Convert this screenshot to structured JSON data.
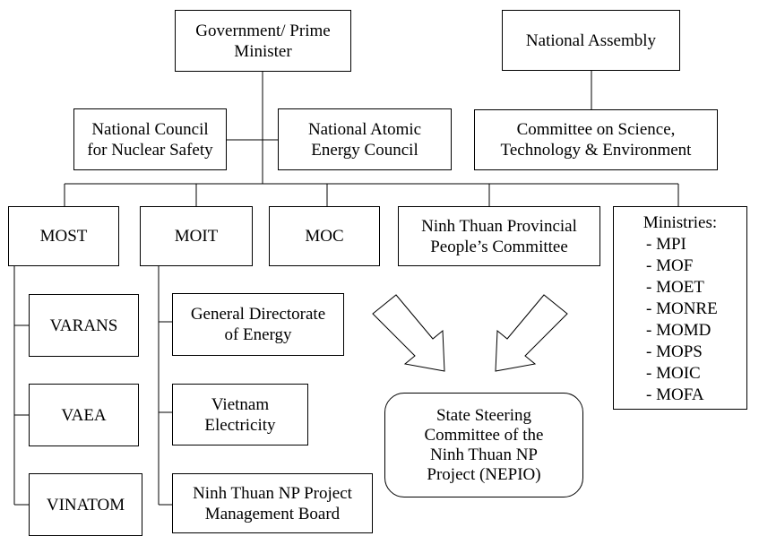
{
  "nodes": {
    "government": "Government/ Prime\nMinister",
    "national_assembly": "National Assembly",
    "nuclear_safety_council": "National Council\nfor Nuclear Safety",
    "atomic_energy_council": "National Atomic\nEnergy Council",
    "committee_science": "Committee on Science,\nTechnology & Environment",
    "most": "MOST",
    "moit": "MOIT",
    "moc": "MOC",
    "ninh_thuan_committee": "Ninh Thuan Provincial\nPeople’s Committee",
    "varans": "VARANS",
    "vaea": "VAEA",
    "vinatom": "VINATOM",
    "general_directorate": "General Directorate\nof Energy",
    "vietnam_electricity": "Vietnam\nElectricity",
    "project_board": "Ninh Thuan NP Project\nManagement Board",
    "steering_committee": "State Steering\nCommittee of the\nNinh Thuan NP\nProject (NEPIO)"
  },
  "ministries": {
    "title": "Ministries:",
    "items": [
      "- MPI",
      "- MOF",
      "- MOET",
      "- MONRE",
      "- MOMD",
      "- MOPS",
      "- MOIC",
      "- MOFA"
    ]
  }
}
